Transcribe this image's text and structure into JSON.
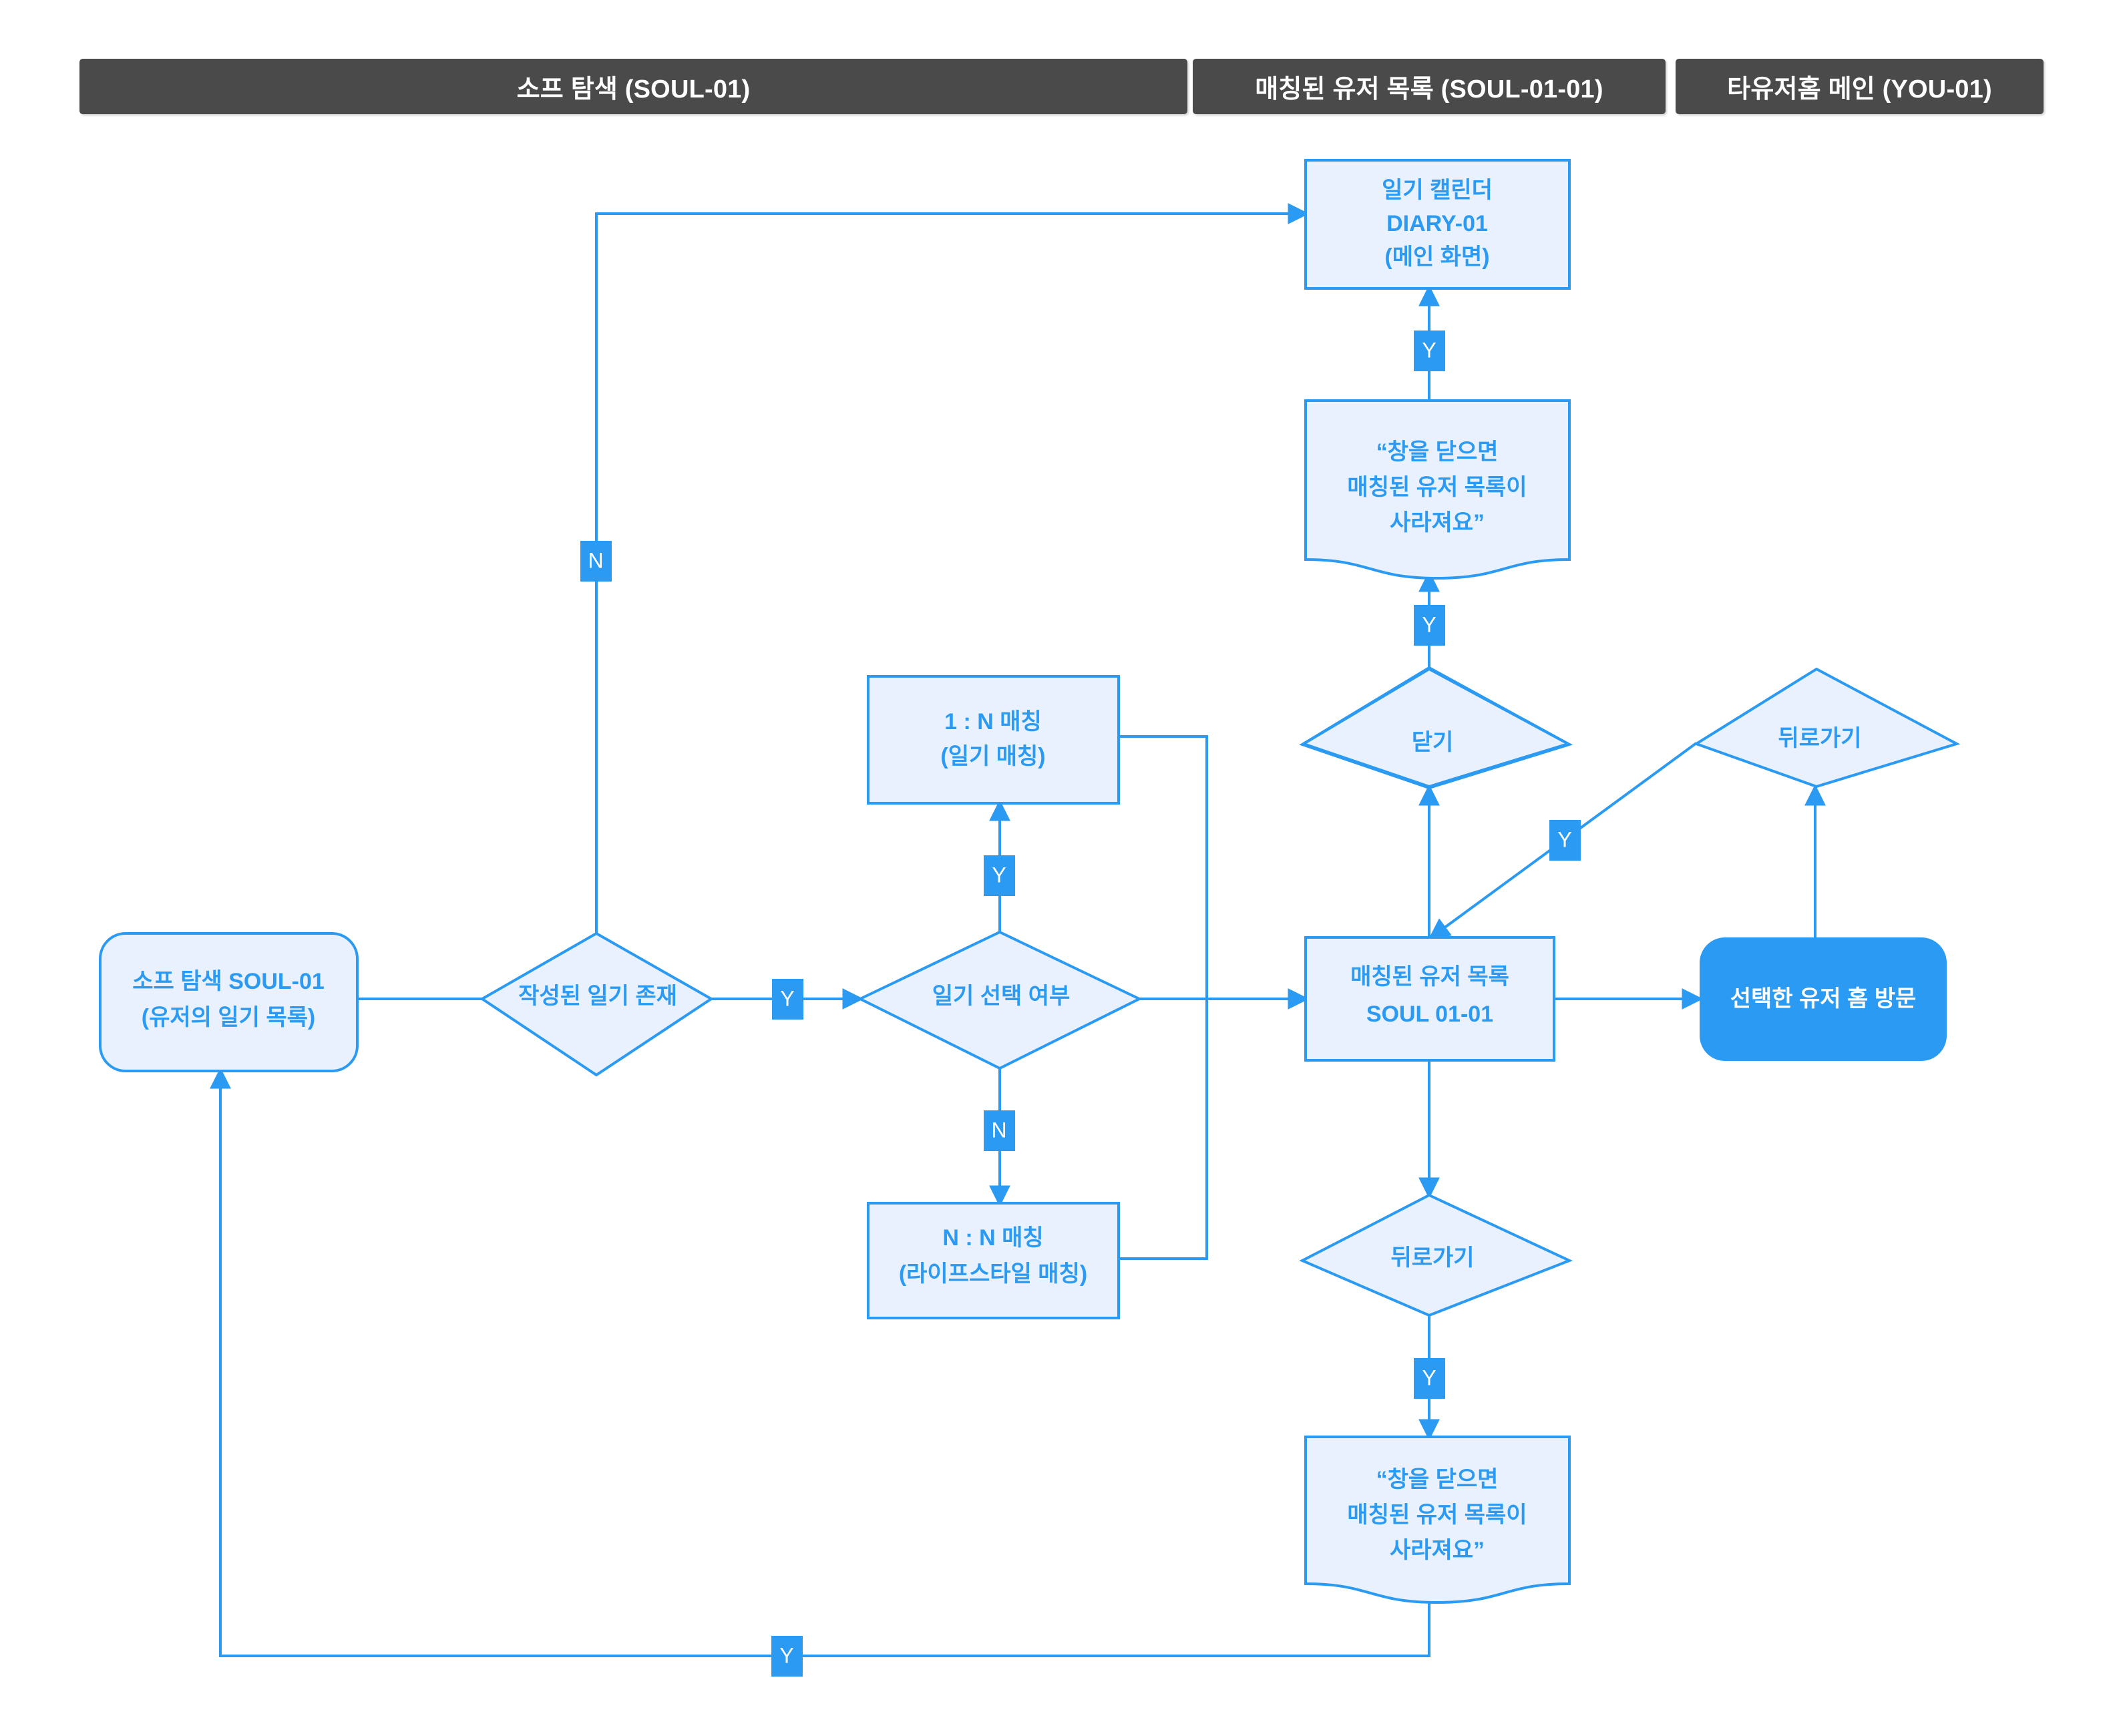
{
  "headers": [
    {
      "label": "소프 탐색 (SOUL-01)"
    },
    {
      "label": "매칭된 유저 목록 (SOUL-01-01)"
    },
    {
      "label": "타유저홈 메인 (YOU-01)"
    }
  ],
  "colors": {
    "header_bg": "#4a4a4a",
    "header_text": "#ffffff",
    "accent": "#2b9af3",
    "node_fill": "#e8f1fd",
    "node_text": "#2b9af3",
    "solid_node_text": "#ffffff",
    "canvas": "#ffffff"
  },
  "nodes": {
    "diary_calendar": {
      "shape": "rectangle",
      "line1": "일기 캘린더",
      "line2": "DIARY-01",
      "line3": "(메인 화면)"
    },
    "warning_top": {
      "shape": "document",
      "line1": "“창을 닫으면",
      "line2": "매칭된 유저 목록이",
      "line3": "사라져요”"
    },
    "close_decision": {
      "shape": "diamond",
      "label": "닫기"
    },
    "back_decision_right": {
      "shape": "diamond",
      "label": "뒤로가기"
    },
    "match_1n": {
      "shape": "rectangle",
      "line1": "1 : N 매칭",
      "line2": "(일기 매칭)"
    },
    "match_nn": {
      "shape": "rectangle",
      "line1": "N : N 매칭",
      "line2": "(라이프스타일 매칭)"
    },
    "soul_start": {
      "shape": "rounded-rectangle",
      "line1": "소프 탐색 SOUL-01",
      "line2": "(유저의 일기 목록)"
    },
    "diary_exists_decision": {
      "shape": "diamond",
      "label": "작성된 일기 존재"
    },
    "diary_select_decision": {
      "shape": "diamond",
      "label": "일기 선택 여부"
    },
    "matched_user_list": {
      "shape": "rectangle",
      "line1": "매칭된 유저 목록",
      "line2": "SOUL 01-01"
    },
    "visit_user_home": {
      "shape": "rounded-rectangle-solid",
      "label": "선택한 유저 홈 방문"
    },
    "back_decision_bottom": {
      "shape": "diamond",
      "label": "뒤로가기"
    },
    "warning_bottom": {
      "shape": "document",
      "line1": "“창을 닫으면",
      "line2": "매칭된 유저 목록이",
      "line3": "사라져요”"
    }
  },
  "edge_labels": {
    "no_to_diary": "N",
    "yes_diary_exists": "Y",
    "yes_select_1n": "Y",
    "no_select_nn": "N",
    "yes_close_to_warning": "Y",
    "yes_warning_to_diary": "Y",
    "yes_back_right": "Y",
    "yes_back_bottom": "Y",
    "yes_return_to_start": "Y"
  }
}
